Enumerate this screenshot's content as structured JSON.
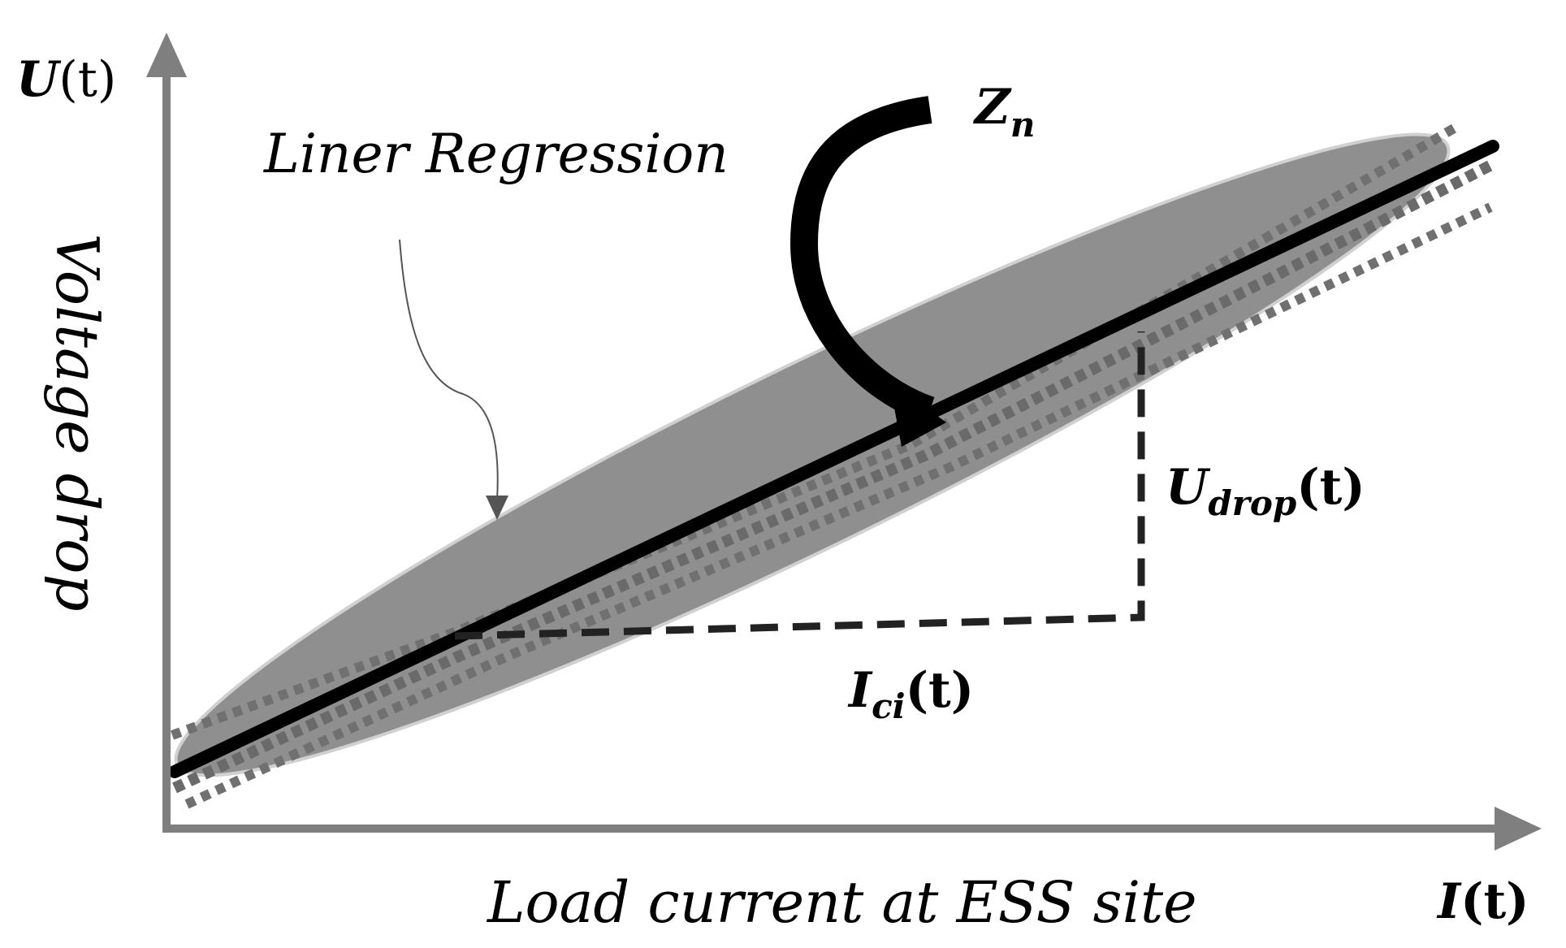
{
  "annotation": {
    "regression_label": "Liner Regression",
    "impedance_symbol": "Z",
    "impedance_subscript": "n"
  },
  "axes": {
    "y_axis_symbol": "U",
    "y_axis_arg": "(t)",
    "y_axis_label": "Voltage drop",
    "x_axis_symbol": "I",
    "x_axis_arg": "(t)",
    "x_axis_label": "Load current at ESS site"
  },
  "triangle": {
    "vertical_symbol": "U",
    "vertical_subscript": "drop",
    "vertical_arg": "(t)",
    "horizontal_symbol": "I",
    "horizontal_subscript": "ci",
    "horizontal_arg": "(t)"
  },
  "colors": {
    "axis": "#7f7f7f",
    "ellipse_fill": "#8f8f8f",
    "regression_line": "#000000",
    "bound_lines": "#6b6b6b",
    "dashed_triangle": "#222222",
    "text": "#000000"
  }
}
